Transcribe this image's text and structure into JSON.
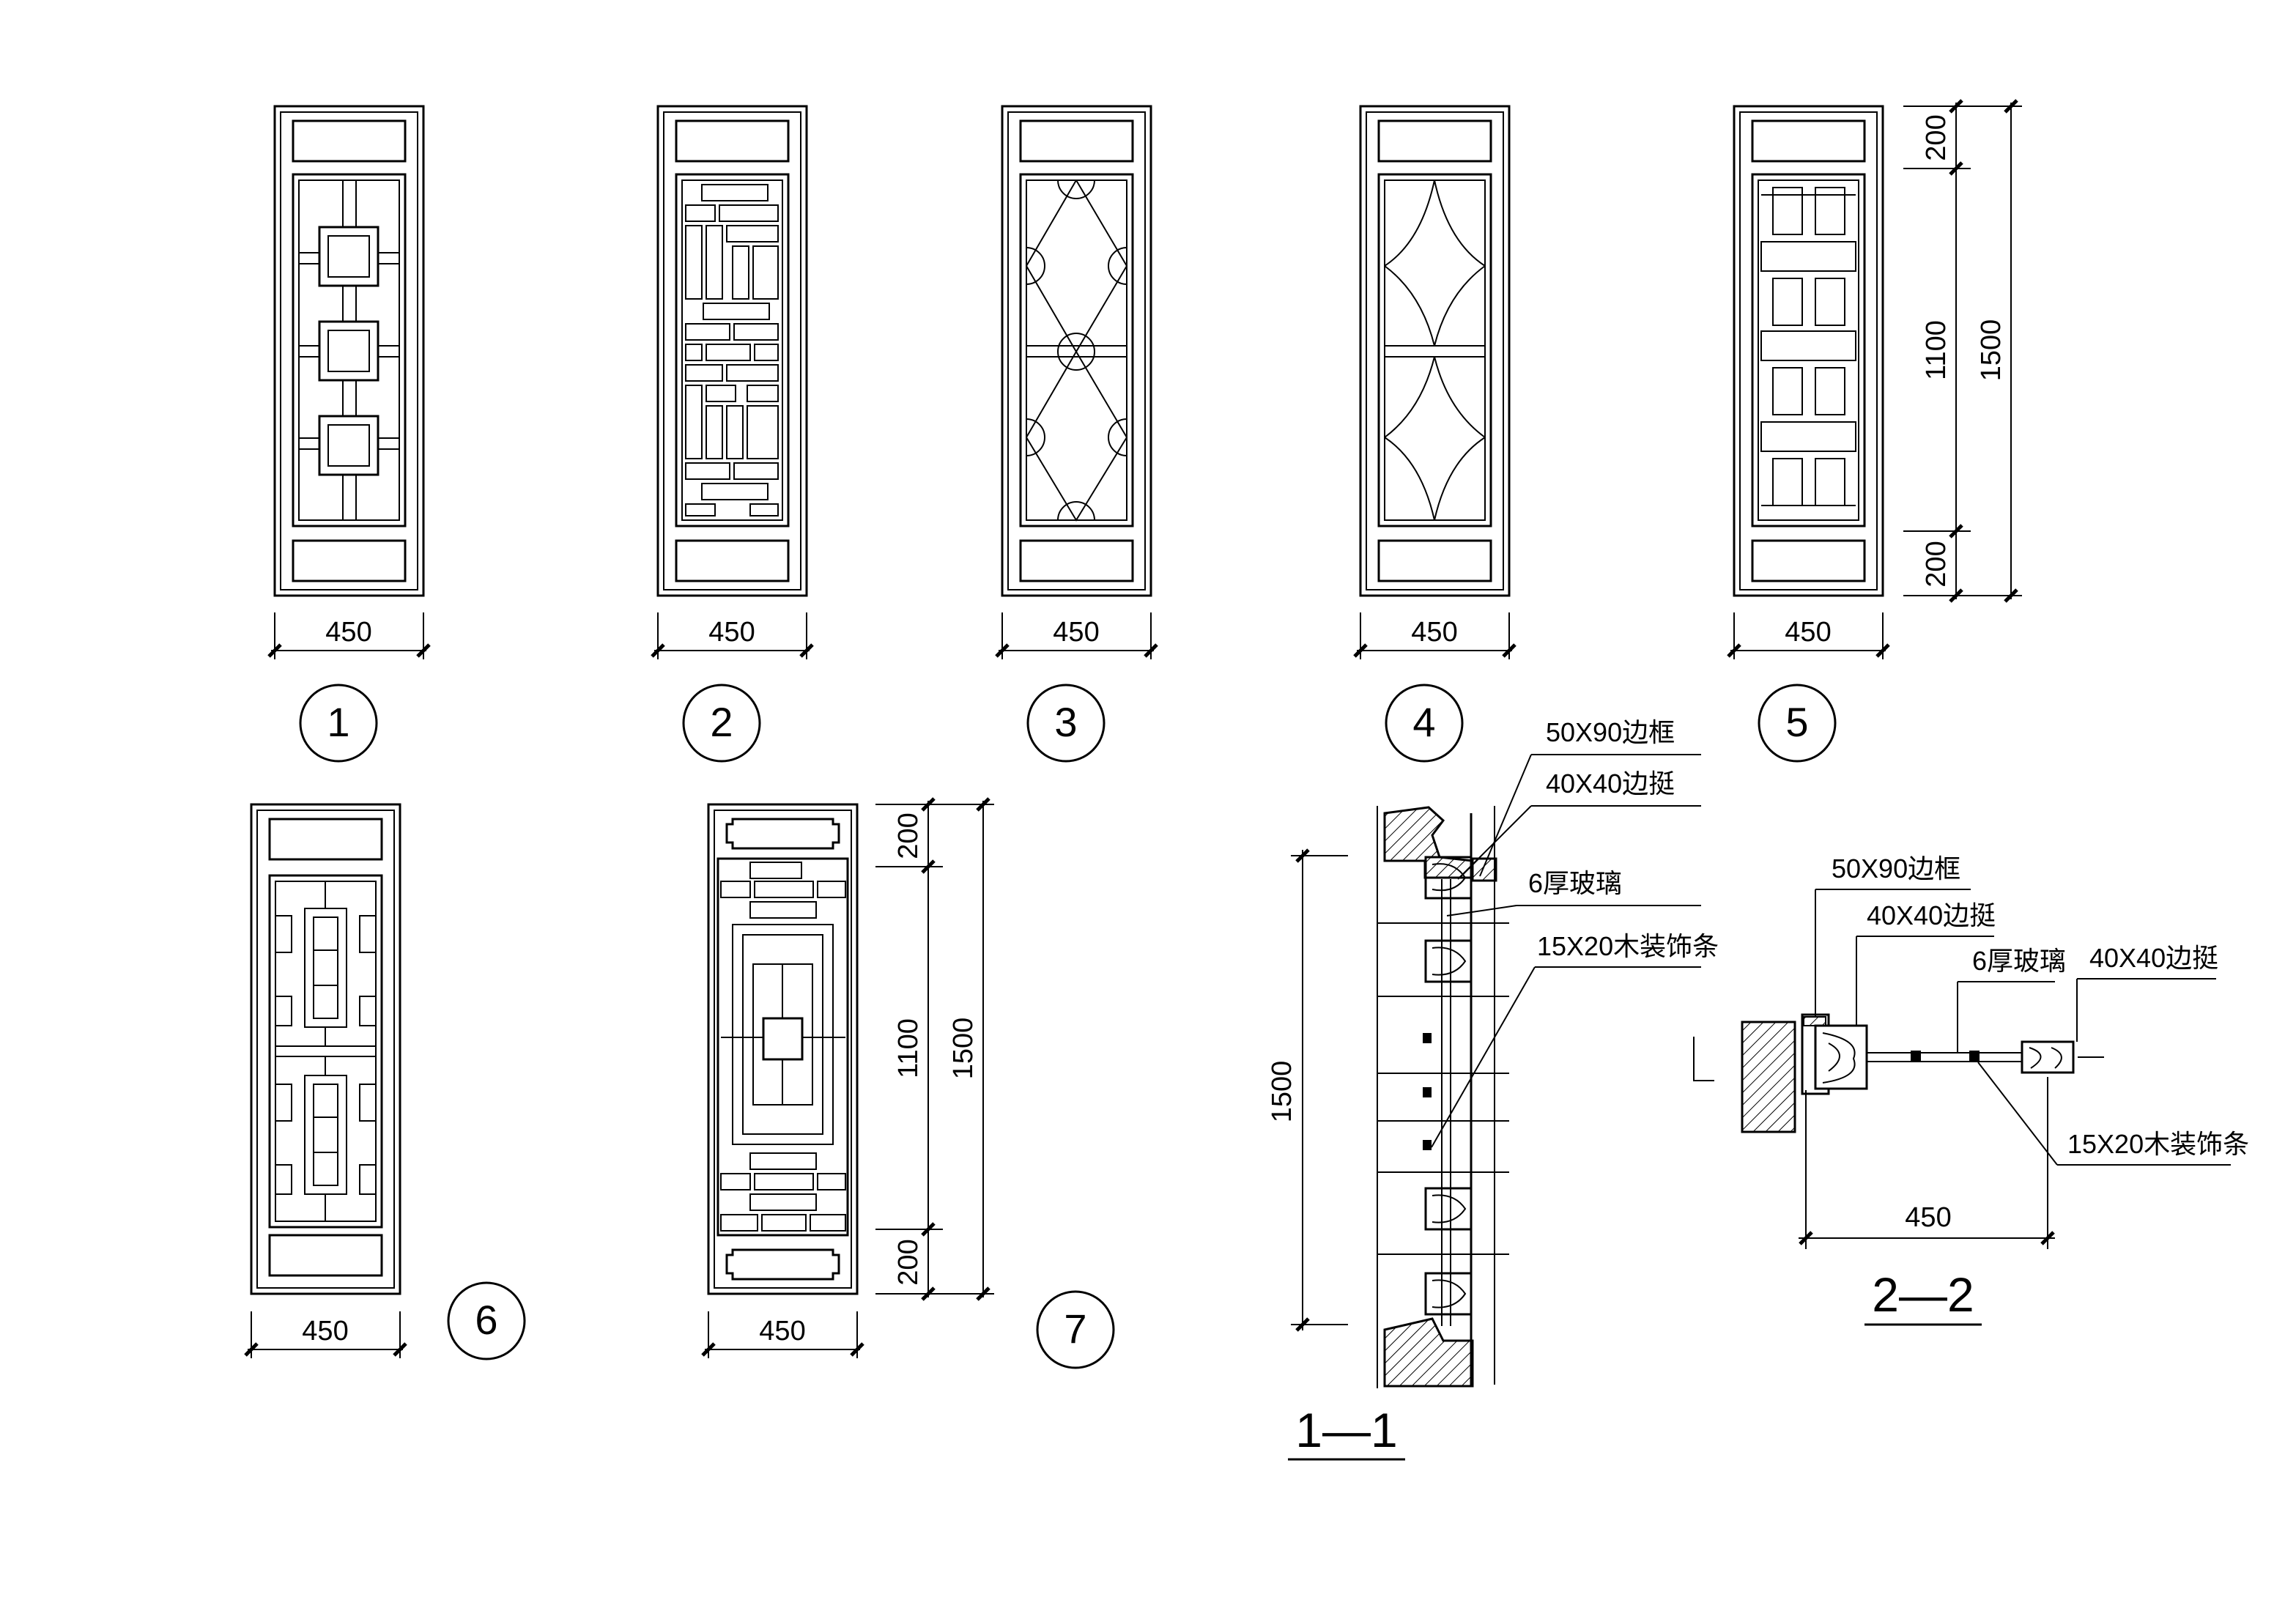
{
  "drawing": {
    "panels": [
      {
        "id": "1",
        "width_label": "450"
      },
      {
        "id": "2",
        "width_label": "450"
      },
      {
        "id": "3",
        "width_label": "450"
      },
      {
        "id": "4",
        "width_label": "450"
      },
      {
        "id": "5",
        "width_label": "450",
        "height_labels": {
          "top": "200",
          "middle": "1100",
          "bottom": "200",
          "total": "1500"
        }
      },
      {
        "id": "6",
        "width_label": "450"
      },
      {
        "id": "7",
        "width_label": "450",
        "height_labels": {
          "top": "200",
          "middle": "1100",
          "bottom": "200",
          "total": "1500"
        }
      }
    ],
    "section_1_1": {
      "title": "1—1",
      "height_label": "1500",
      "callouts": [
        "50X90边框",
        "40X40边挺",
        "6厚玻璃",
        "15X20木装饰条"
      ]
    },
    "section_2_2": {
      "title": "2—2",
      "width_label": "450",
      "callouts": [
        "50X90边框",
        "40X40边挺",
        "6厚玻璃",
        "40X40边挺",
        "15X20木装饰条"
      ]
    }
  }
}
